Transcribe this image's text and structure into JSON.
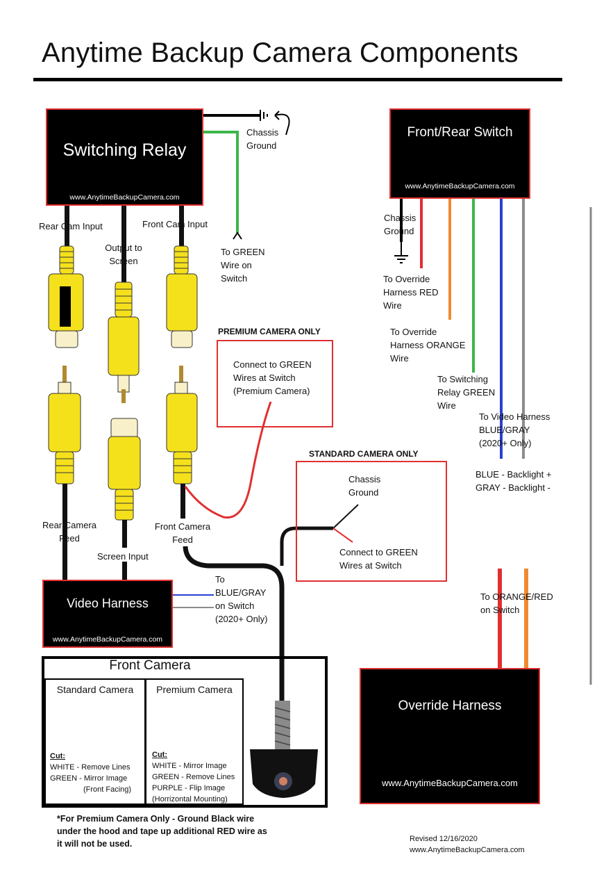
{
  "title": "Anytime Backup Camera Components",
  "switching_relay": {
    "title": "Switching Relay",
    "url": "www.AnytimeBackupCamera.com",
    "chassis_ground": [
      "Chassis",
      "Ground"
    ],
    "rear_cam_input": "Rear Cam Input",
    "output_to_screen": [
      "Output to",
      "Screen"
    ],
    "front_cam_input": "Front Cam Input",
    "to_green": [
      "To GREEN",
      "Wire on",
      "Switch"
    ]
  },
  "front_rear_switch": {
    "title": "Front/Rear Switch",
    "url": "www.AnytimeBackupCamera.com",
    "chassis_ground": [
      "Chassis",
      "Ground"
    ],
    "to_override_red": [
      "To Override",
      "Harness RED",
      "Wire"
    ],
    "to_override_orange": [
      "To Override",
      "Harness ORANGE",
      "Wire"
    ],
    "to_relay_green": [
      "To Switching",
      "Relay GREEN",
      "Wire"
    ],
    "to_video_harness": [
      "To Video Harness",
      "BLUE/GRAY",
      "(2020+ Only)"
    ],
    "backlight": [
      "BLUE - Backlight +",
      "GRAY - Backlight -"
    ]
  },
  "premium_only": {
    "header": "PREMIUM CAMERA ONLY",
    "text": [
      "Connect to GREEN",
      "Wires at Switch",
      "(Premium Camera)"
    ]
  },
  "standard_only": {
    "header": "STANDARD CAMERA ONLY",
    "chassis_ground": [
      "Chassis",
      "Ground"
    ],
    "connect": [
      "Connect to GREEN",
      "Wires at Switch"
    ]
  },
  "feeds": {
    "rear_camera_feed": [
      "Rear Camera",
      "Feed"
    ],
    "screen_input": "Screen Input",
    "front_camera_feed": [
      "Front Camera",
      "Feed"
    ]
  },
  "video_harness": {
    "title": "Video Harness",
    "url": "www.AnytimeBackupCamera.com",
    "to_blue_gray": [
      "To",
      "BLUE/GRAY",
      "on Switch",
      "(2020+ Only)"
    ]
  },
  "front_camera": {
    "title": "Front Camera",
    "standard": {
      "title": "Standard Camera",
      "cut_label": "Cut:",
      "lines": [
        "WHITE - Remove Lines",
        "GREEN - Mirror Image",
        "(Front Facing)"
      ]
    },
    "premium": {
      "title": "Premium Camera",
      "cut_label": "Cut:",
      "lines": [
        "WHITE - Mirror Image",
        "GREEN - Remove Lines",
        "PURPLE - Flip Image",
        "(Horrizontal Mounting)"
      ]
    }
  },
  "override_harness": {
    "title": "Override Harness",
    "url": "www.AnytimeBackupCamera.com",
    "to_orange_red": [
      "To ORANGE/RED",
      "on Switch"
    ]
  },
  "footnote": [
    "*For Premium Camera Only - Ground Black wire",
    "under the hood and tape up additional RED wire as",
    "it will not be used."
  ],
  "revised": [
    "Revised 12/16/2020",
    "www.AnytimeBackupCamera.com"
  ],
  "colors": {
    "box_border": "#e03030",
    "wire_green": "#3cb64a",
    "wire_red": "#e03030",
    "wire_orange": "#f08a30",
    "wire_blue": "#2a3fd0",
    "wire_gray": "#8c8c8c",
    "rca_yellow": "#f5e01c"
  }
}
